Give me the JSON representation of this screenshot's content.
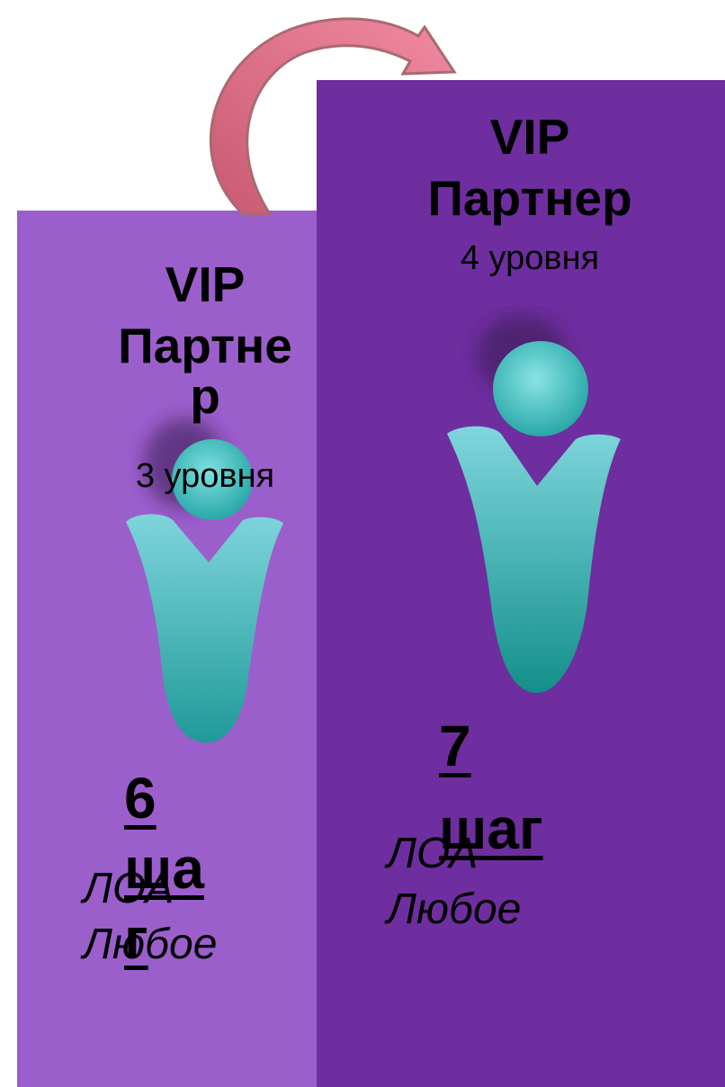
{
  "left_card": {
    "title_line1": "VIP",
    "title_line2": "Партне",
    "title_line3": "р",
    "level": "3  уровня",
    "step_line1": "6",
    "step_line2": "ша",
    "step_line3": "г",
    "note_line1": "ЛОА",
    "note_line2": "Любое"
  },
  "right_card": {
    "title_line1": "VIP",
    "title_line2": "Партнер",
    "level": "4  уровня",
    "step_line1": "7",
    "step_line2": "шаг",
    "note_line1": "ЛОА",
    "note_line2": "Любое"
  },
  "colors": {
    "left_panel": "#9b5fcc",
    "right_panel": "#6e2e9f",
    "figure_teal": "#40c4c4",
    "arrow_pink": "#e8758e"
  },
  "icons": [
    "curved-arrow-icon",
    "person-figure-icon"
  ]
}
